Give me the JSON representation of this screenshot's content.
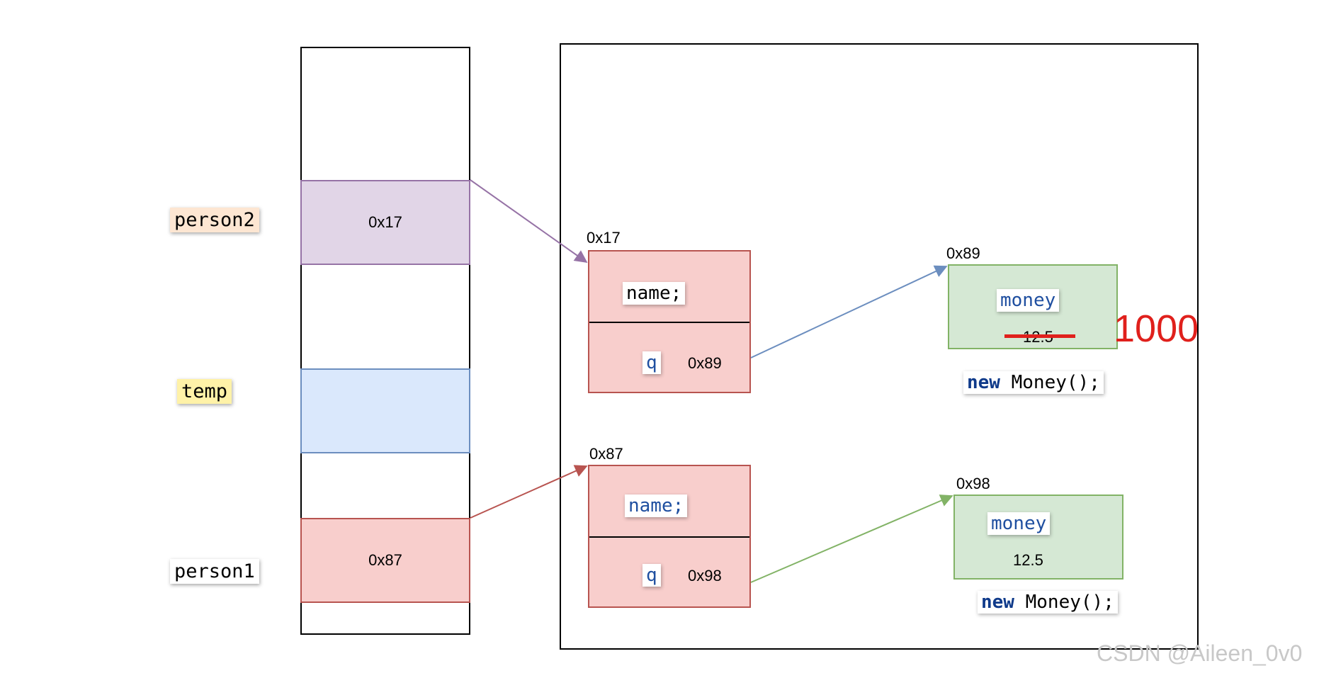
{
  "stack": {
    "vars": [
      {
        "name": "person2",
        "value": "0x17"
      },
      {
        "name": "temp",
        "value": ""
      },
      {
        "name": "person1",
        "value": "0x87"
      }
    ]
  },
  "heap": {
    "objects": [
      {
        "address": "0x17",
        "field1": "name;",
        "field2_name": "q",
        "field2_value": "0x89"
      },
      {
        "address": "0x87",
        "field1": "name;",
        "field2_name": "q",
        "field2_value": "0x98"
      }
    ],
    "money_objects": [
      {
        "address": "0x89",
        "field": "money",
        "old_value": "12.5",
        "new_value": "1000",
        "constructor_kw": "new",
        "constructor_rest": " Money();"
      },
      {
        "address": "0x98",
        "field": "money",
        "value": "12.5",
        "constructor_kw": "new",
        "constructor_rest": " Money();"
      }
    ]
  },
  "colors": {
    "purple_fill": "#e1d5e7",
    "purple_stroke": "#9673a6",
    "blue_fill": "#dae8fc",
    "blue_stroke": "#6c8ebf",
    "red_fill": "#f8cecc",
    "red_stroke": "#b85450",
    "green_fill": "#d5e8d4",
    "green_stroke": "#82b366",
    "strike_red": "#e0201c"
  },
  "watermark": "CSDN @Aileen_0v0"
}
